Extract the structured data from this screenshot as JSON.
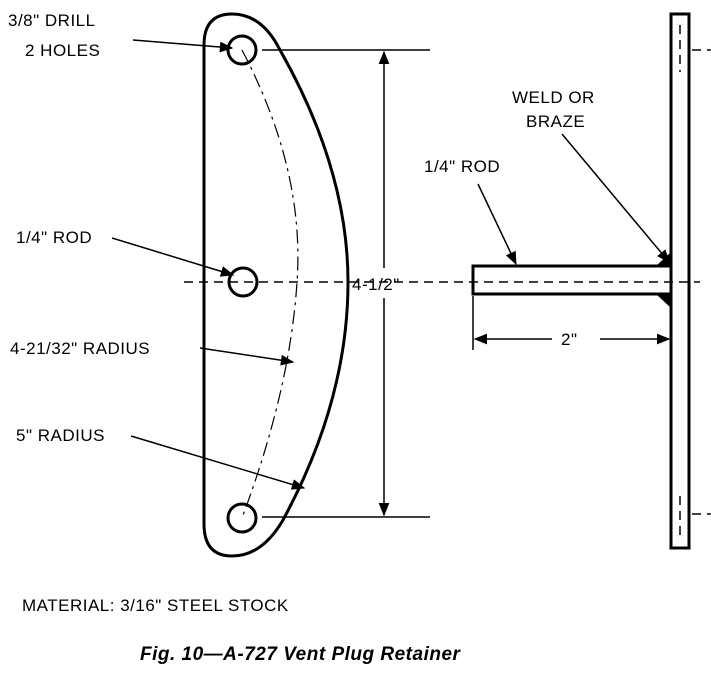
{
  "labels": {
    "drill_line1": "3/8\" DRILL",
    "drill_line2": "2 HOLES",
    "rod_left": "1/4\" ROD",
    "radius_inner": "4-21/32\" RADIUS",
    "radius_outer": "5\" RADIUS",
    "height_dim": "4-1/2\"",
    "weld_line1": "WELD OR",
    "weld_line2": "BRAZE",
    "rod_right": "1/4\" ROD",
    "length_dim": "2\""
  },
  "material_note": "MATERIAL: 3/16\" STEEL STOCK",
  "caption": "Fig. 10—A-727 Vent Plug Retainer"
}
